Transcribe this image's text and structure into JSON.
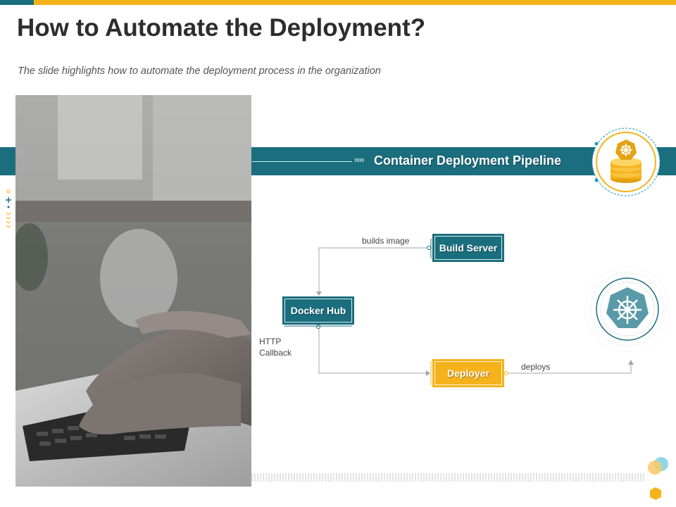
{
  "slide": {
    "title": "How to Automate the Deployment?",
    "subtitle": "The slide highlights how to automate the deployment process in the organization"
  },
  "pipeline": {
    "chevrons": "››››",
    "title": "Container Deployment  Pipeline"
  },
  "diagram": {
    "nodes": {
      "build_server": "Build Server",
      "docker_hub": "Docker Hub",
      "deployer": "Deployer"
    },
    "edges": {
      "builds_image": "builds image",
      "http_callback_line1": "HTTP",
      "http_callback_line2": "Callback",
      "deploys": "deploys"
    }
  },
  "icons": [
    "coin-stack-icon",
    "kubernetes-helm-icon",
    "laptop-photo"
  ],
  "colors": {
    "teal": "#1a6e7e",
    "yellow": "#f5b21a",
    "text_dark": "#2d2d2d"
  }
}
